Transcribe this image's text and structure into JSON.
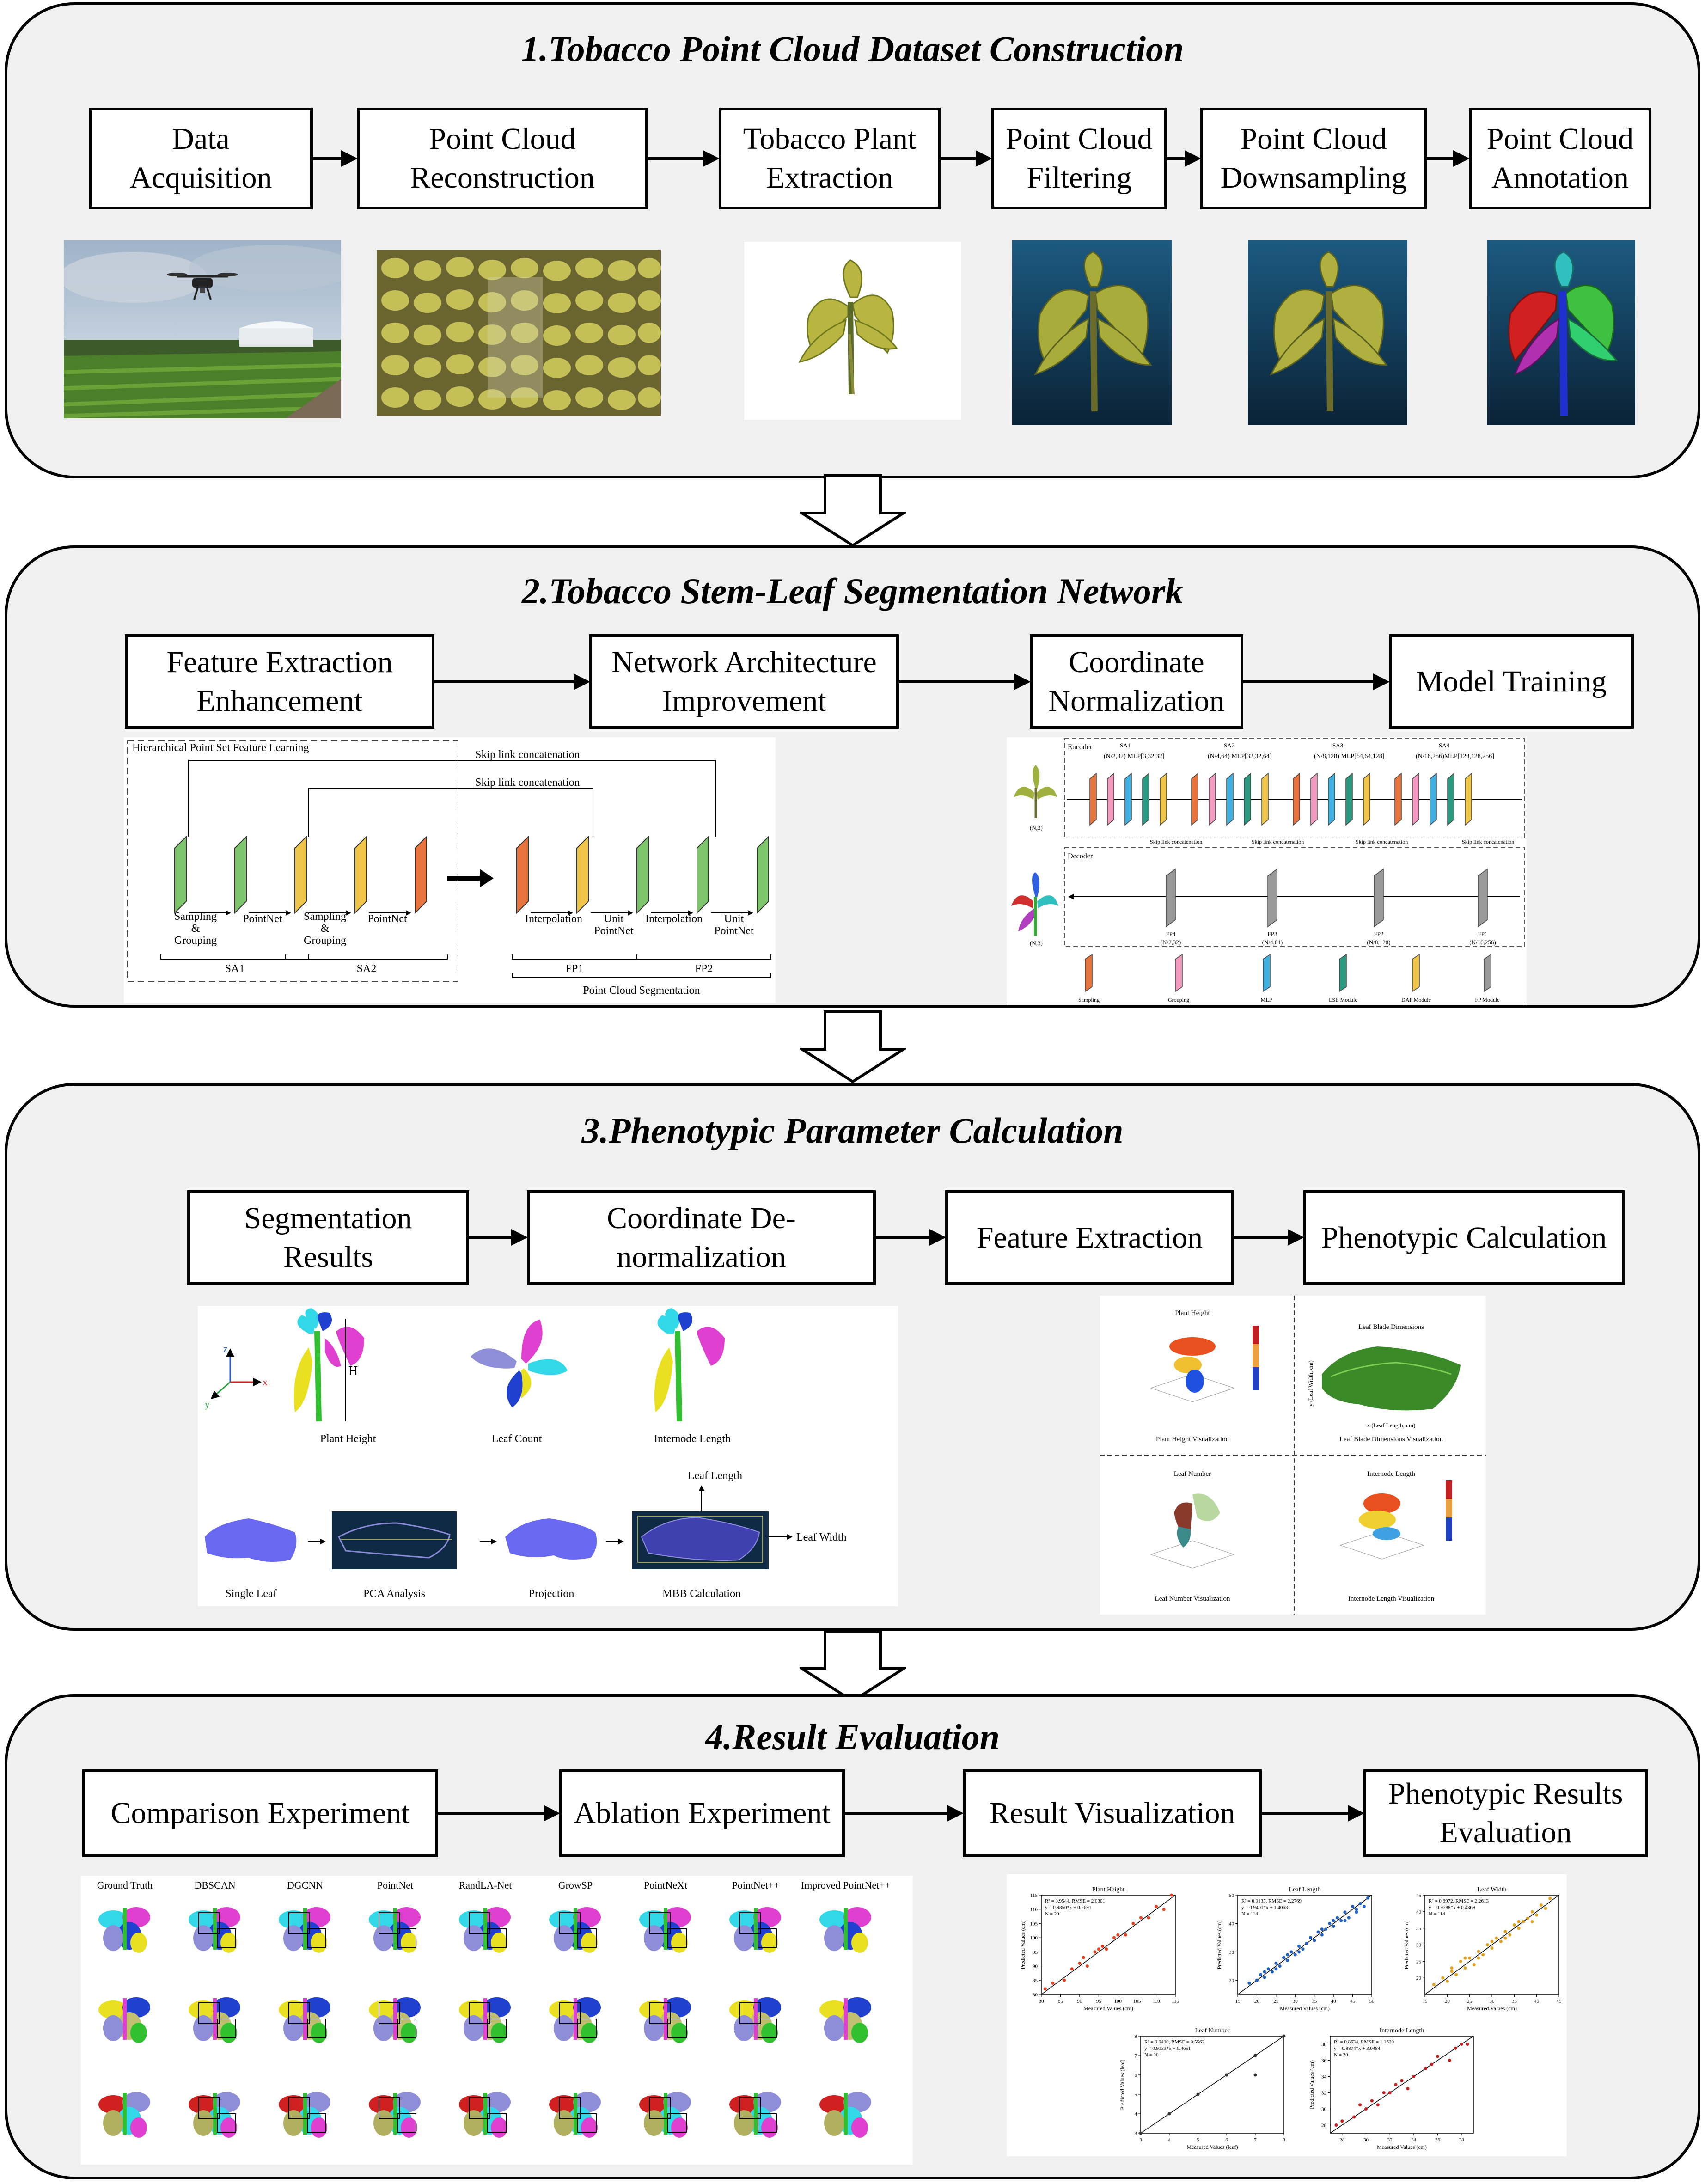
{
  "stages": [
    {
      "title": "1.Tobacco Point Cloud Dataset Construction",
      "steps": [
        "Data\nAcquisition",
        "Point Cloud\nReconstruction",
        "Tobacco Plant\nExtraction",
        "Point Cloud\nFiltering",
        "Point Cloud\nDownsampling",
        "Point Cloud\nAnnotation"
      ]
    },
    {
      "title": "2.Tobacco Stem-Leaf Segmentation Network",
      "steps": [
        "Feature Extraction\nEnhancement",
        "Network Architecture\nImprovement",
        "Coordinate\nNormalization",
        "Model Training"
      ],
      "pointnet_diagram": {
        "frame_title": "Hierarchical Point Set Feature Learning",
        "skip_labels": [
          "Skip link concatenation",
          "Skip link concatenation"
        ],
        "ops": [
          "Sampling\n&\nGrouping",
          "PointNet",
          "Sampling\n&\nGrouping",
          "PointNet",
          "Interpolation",
          "Unit\nPointNet",
          "Interpolation",
          "Unit\nPointNet"
        ],
        "groups": [
          "SA1",
          "SA2",
          "FP1",
          "FP2"
        ],
        "footer": "Point Cloud  Segmentation"
      },
      "improved_diagram": {
        "encoder_label": "Encoder",
        "decoder_label": "Decoder",
        "sa_labels": [
          "SA1",
          "SA2",
          "SA3",
          "SA4"
        ],
        "enc_dims": [
          "(N/2,32)  MLP[3,32,32]",
          "(N/4,64)  MLP[32,32,64]",
          "(N/8,128)  MLP[64,64,128]",
          "(N/16,256)MLP[128,128,256]"
        ],
        "skip": "Skip link concatenation",
        "fp_labels": [
          "FP4\n(N/2,32)",
          "FP3\n(N/4,64)",
          "FP2\n(N/8,128)",
          "FP1\n(N/16,256)"
        ],
        "io_labels": [
          "(N,3)",
          "(N,3)"
        ],
        "legend": [
          "Sampling",
          "Grouping",
          "MLP",
          "LSE Module",
          "DAP Module",
          "FP Module"
        ]
      }
    },
    {
      "title": "3.Phenotypic Parameter Calculation",
      "steps": [
        "Segmentation\nResults",
        "Coordinate De-\nnormalization",
        "Feature Extraction",
        "Phenotypic Calculation"
      ],
      "calc_labels": [
        "Plant Height",
        "Leaf Count",
        "Internode Length",
        "Single Leaf",
        "PCA Analysis",
        "Projection",
        "MBB Calculation",
        "Leaf Length",
        "Leaf Width"
      ],
      "axes": [
        "z",
        "x",
        "y",
        "H"
      ],
      "viz": {
        "titles": [
          "Plant Height",
          "Leaf Blade Dimensions",
          "Leaf Number",
          "Internode Length"
        ],
        "captions": [
          "Plant Height Visualization",
          "Leaf Blade Dimensions Visualization",
          "Leaf Number Visualization",
          "Internode Length Visualization"
        ],
        "axis_texts": [
          "x (Leaf Length, cm)",
          "y (Leaf Width, cm)"
        ]
      }
    },
    {
      "title": "4.Result Evaluation",
      "steps": [
        "Comparison Experiment",
        "Ablation Experiment",
        "Result Visualization",
        "Phenotypic Results\nEvaluation"
      ],
      "methods": [
        "Ground Truth",
        "DBSCAN",
        "DGCNN",
        "PointNet",
        "RandLA-Net",
        "GrowSP",
        "PointNeXt",
        "PointNet++",
        "Improved PointNet++"
      ]
    }
  ],
  "chart_data": [
    {
      "type": "scatter",
      "title": "Plant Height",
      "stats": [
        "R² = 0.9544, RMSE = 2.0301",
        "y = 0.9850*x + 0.2691",
        "N = 20"
      ],
      "xlabel": "Measured Values (cm)",
      "ylabel": "Predicted Values (cm)",
      "xlim": [
        80,
        115
      ],
      "ylim": [
        80,
        115
      ],
      "x_ticks": [
        80,
        85,
        90,
        95,
        100,
        105,
        110,
        115
      ],
      "y_ticks": [
        80,
        85,
        90,
        95,
        100,
        105,
        110,
        115
      ],
      "x": [
        81,
        83,
        86,
        88,
        90,
        92,
        94,
        95,
        97,
        99,
        100,
        102,
        104,
        106,
        108,
        110,
        112,
        114,
        96,
        91
      ],
      "y": [
        82,
        84,
        85,
        89,
        91,
        90,
        95,
        96,
        96,
        100,
        101,
        101,
        105,
        107,
        107,
        111,
        110,
        115,
        97,
        93
      ],
      "color": "#e04020"
    },
    {
      "type": "scatter",
      "title": "Leaf Length",
      "stats": [
        "R² = 0.9135, RMSE = 2.2769",
        "y = 0.9401*x + 1.4063",
        "N = 114"
      ],
      "xlabel": "Measured Values (cm)",
      "ylabel": "Predicted Values (cm)",
      "xlim": [
        15,
        50
      ],
      "ylim": [
        15,
        50
      ],
      "x_ticks": [
        15,
        20,
        25,
        30,
        35,
        40,
        45,
        50
      ],
      "y_ticks": [
        20,
        30,
        40,
        50
      ],
      "x": [
        18,
        20,
        21,
        22,
        23,
        24,
        25,
        26,
        27,
        28,
        29,
        30,
        31,
        32,
        33,
        34,
        35,
        36,
        37,
        38,
        39,
        40,
        41,
        42,
        43,
        44,
        45,
        46,
        47,
        48,
        49,
        22,
        25,
        28,
        31,
        34,
        37,
        40,
        43,
        46
      ],
      "y": [
        19,
        20,
        22,
        21,
        24,
        23,
        26,
        25,
        28,
        27,
        30,
        29,
        32,
        31,
        33,
        35,
        34,
        37,
        36,
        38,
        40,
        39,
        42,
        41,
        44,
        42,
        46,
        44,
        47,
        46,
        49,
        23,
        24,
        29,
        30,
        35,
        38,
        41,
        41,
        45
      ],
      "color": "#2060c0"
    },
    {
      "type": "scatter",
      "title": "Leaf Width",
      "stats": [
        "R² = 0.8972, RMSE = 2.2613",
        "y = 0.9788*x + 0.4369",
        "N = 114"
      ],
      "xlabel": "Measured Values (cm)",
      "ylabel": "Predicted Values (cm)",
      "xlim": [
        15,
        45
      ],
      "ylim": [
        15,
        45
      ],
      "x_ticks": [
        15,
        20,
        25,
        30,
        35,
        40,
        45
      ],
      "y_ticks": [
        20,
        25,
        30,
        35,
        40,
        45
      ],
      "x": [
        17,
        19,
        20,
        21,
        22,
        23,
        24,
        25,
        26,
        27,
        28,
        29,
        30,
        31,
        32,
        33,
        34,
        35,
        36,
        37,
        38,
        39,
        40,
        41,
        42,
        43,
        21,
        24,
        27,
        30,
        33,
        36,
        39
      ],
      "y": [
        18,
        20,
        19,
        23,
        21,
        25,
        23,
        26,
        24,
        28,
        27,
        30,
        29,
        32,
        31,
        34,
        33,
        36,
        35,
        37,
        38,
        40,
        39,
        42,
        41,
        44,
        22,
        26,
        26,
        31,
        32,
        37,
        37
      ],
      "color": "#e0a020"
    },
    {
      "type": "scatter",
      "title": "Leaf Number",
      "stats": [
        "R² = 0.9490, RMSE = 0.5562",
        "y = 0.9133*x + 0.4651",
        "N = 20"
      ],
      "xlabel": "Measured Values (leaf)",
      "ylabel": "Predicted Values (leaf)",
      "xlim": [
        3,
        8
      ],
      "ylim": [
        3,
        8
      ],
      "x_ticks": [
        3,
        4,
        5,
        6,
        7,
        8
      ],
      "y_ticks": [
        3,
        4,
        5,
        6,
        7,
        8
      ],
      "x": [
        3,
        4,
        5,
        6,
        7,
        8,
        6,
        7
      ],
      "y": [
        3,
        4,
        5,
        6,
        7,
        8,
        6,
        6
      ],
      "color": "#303030"
    },
    {
      "type": "scatter",
      "title": "Internode Length",
      "stats": [
        "R² = 0.8634, RMSE = 1.1629",
        "y = 0.8874*x + 3.0484",
        "N = 20"
      ],
      "xlabel": "Measured Values (cm)",
      "ylabel": "Predicted Values (cm)",
      "xlim": [
        27,
        39
      ],
      "ylim": [
        27,
        39
      ],
      "x_ticks": [
        28,
        30,
        32,
        34,
        36,
        38
      ],
      "y_ticks": [
        28,
        30,
        32,
        34,
        36,
        38
      ],
      "x": [
        27.5,
        28,
        29,
        29.5,
        30,
        30.5,
        31,
        31.5,
        32,
        32.5,
        33,
        33.5,
        34,
        35,
        35.5,
        36,
        37,
        37.5,
        38,
        38.5
      ],
      "y": [
        28,
        28.5,
        29,
        30.5,
        30,
        31,
        30.5,
        32,
        32,
        33,
        33.5,
        32.5,
        34,
        35,
        35.5,
        36.5,
        36,
        37.5,
        38,
        38
      ],
      "color": "#c02020"
    }
  ]
}
